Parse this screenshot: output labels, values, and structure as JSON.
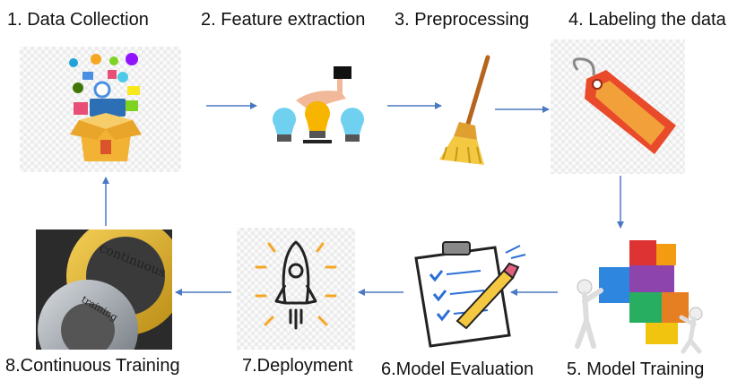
{
  "steps": [
    {
      "label": "1. Data Collection",
      "icon": "box-of-data-icons"
    },
    {
      "label": "2. Feature extraction",
      "icon": "hand-picking-lightbulb-icon"
    },
    {
      "label": "3. Preprocessing",
      "icon": "broom-icon"
    },
    {
      "label": "4. Labeling the data",
      "icon": "tag-icon"
    },
    {
      "label": "5. Model Training",
      "icon": "puzzle-people-icon"
    },
    {
      "label": "6.Model Evaluation",
      "icon": "clipboard-checklist-icon"
    },
    {
      "label": "7.Deployment",
      "icon": "rocket-icon"
    },
    {
      "label": "8.Continuous Training",
      "icon": "gears-icon"
    }
  ],
  "gear_text": {
    "outer": "continuous",
    "inner": "training"
  },
  "arrow_color": "#4a78c2"
}
